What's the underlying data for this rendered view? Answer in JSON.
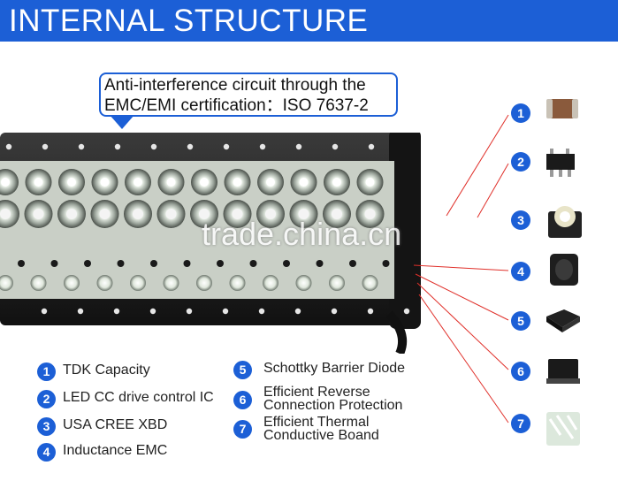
{
  "header": {
    "title": "INTERNAL STRUCTURE"
  },
  "callout": {
    "line1": "Anti-interference circuit through the",
    "line2": "EMC/EMI certification：ISO 7637-2"
  },
  "watermark": "trade.china.cn",
  "legend": [
    {
      "num": "1",
      "label": "TDK Capacity"
    },
    {
      "num": "2",
      "label": "LED CC drive control IC"
    },
    {
      "num": "3",
      "label": "USA CREE XBD"
    },
    {
      "num": "4",
      "label": "Inductance EMC"
    },
    {
      "num": "5",
      "label": "Schottky Barrier Diode"
    },
    {
      "num": "6",
      "label": "Efficient Reverse",
      "label2": "Connection Protection"
    },
    {
      "num": "7",
      "label": "Efficient Thermal",
      "label2": "Conductive Boand"
    }
  ],
  "components": [
    {
      "num": "1",
      "icon": "capacitor-chip"
    },
    {
      "num": "2",
      "icon": "ic-chip"
    },
    {
      "num": "3",
      "icon": "led-emitter"
    },
    {
      "num": "4",
      "icon": "inductor"
    },
    {
      "num": "5",
      "icon": "diode"
    },
    {
      "num": "6",
      "icon": "protection-diode"
    },
    {
      "num": "7",
      "icon": "thermal-pad"
    }
  ],
  "colors": {
    "accent": "#1c5fd6",
    "leader_line": "#e0302a",
    "housing": "#1b1b1b"
  }
}
